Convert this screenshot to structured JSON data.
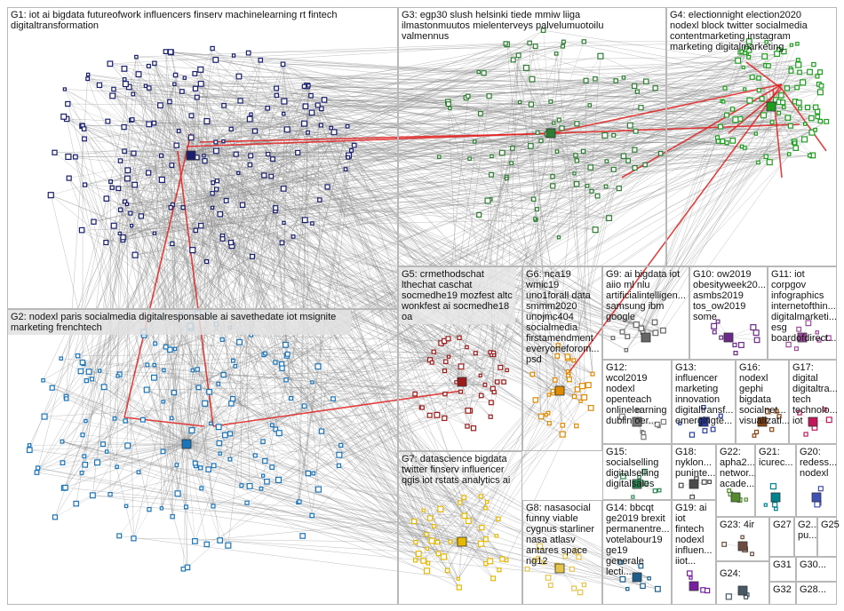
{
  "groups": [
    {
      "id": "G1",
      "text": "G1: iot ai bigdata futureofwork influencers finserv machinelearning rt fintech\ndigitaltransformation",
      "color": "#1a1f6e"
    },
    {
      "id": "G2",
      "text": "G2: nodexl paris socialmedia digitalresponsable ai savethedate iot msignite\nmarketing frenchtech",
      "color": "#1b75bb"
    },
    {
      "id": "G3",
      "text": "G3: egp30 slush helsinki tiede mmiw liiga\nilmastonmuutos mielenterveys palvelumuotoilu\nvalmennus",
      "color": "#2e7d32"
    },
    {
      "id": "G4",
      "text": "G4: electionnight election2020\nnodexl block twitter socialmedia\ncontentmarketing instagram\nmarketing digitalmarketing",
      "color": "#1e9e1e"
    },
    {
      "id": "G5",
      "text": "G5: crmethodschat\nlthechat caschat\nsocmedhe19 mozfest altc\nwonkfest ai socmedhe18\noa",
      "color": "#9e1b1b"
    },
    {
      "id": "G6",
      "text": "G6: nca19\nwmic19\nuno1forall data\nsmmm2020\nunojmc404\nsocialmedia\nfirstamendment\neveryoneforom...\npsd",
      "color": "#e08a00"
    },
    {
      "id": "G7",
      "text": "G7: datascience bigdata\ntwitter finserv influencer\nqgis iot rstats analytics ai",
      "color": "#e6b800"
    },
    {
      "id": "G8",
      "text": "G8: nasasocial\nfunny viable\ncygnus starliner\nnasa atlasv\nantares space\nng12",
      "color": "#e6c44a"
    },
    {
      "id": "G9",
      "text": "G9: ai bigdata iot\naiio ml nlu\nartificialintelligen...\nsamsung ibm\ngoogle",
      "color": "#666666"
    },
    {
      "id": "G10",
      "text": "G10: ow2019\nobesityweek20...\nasmbs2019\ntos_ow2019\nsome",
      "color": "#6b2a8a"
    },
    {
      "id": "G11",
      "text": "G11: iot\ncorpgov\ninfographics\ninternetofthin...\ndigitalmarketi...\nesg\nboardofdirect...",
      "color": "#a04da0"
    },
    {
      "id": "G12",
      "text": "G12:\nwcol2019\nnodexl\nopenteach\nonlinelearning\ndublin oer...",
      "color": "#7a7a7a"
    },
    {
      "id": "G13",
      "text": "G13:\ninfluencer\nmarketing\ninnovation\ndigitaltransf...\nemergingte...",
      "color": "#2c3e9e"
    },
    {
      "id": "G14",
      "text": "G14: bbcqt\nge2019 brexit\npermanentre...\nvotelabour19\nge19\ngenerale lecti...",
      "color": "#1b5e8a"
    },
    {
      "id": "G15",
      "text": "G15:\nsocialselling\ndigitalselling\ndigitalsales",
      "color": "#2e8b57"
    },
    {
      "id": "G16",
      "text": "G16:\nnodexl\ngephi\nbigdata\nsocialnet...\nvisualizati...",
      "color": "#8b4513"
    },
    {
      "id": "G17",
      "text": "G17:\ndigital\ndigitaltra...\ntech\ntechnolo...\niot",
      "color": "#c2185b"
    },
    {
      "id": "G18",
      "text": "G18:\nnyklon...\npuninte...",
      "color": "#4a4a4a"
    },
    {
      "id": "G19",
      "text": "G19: ai\niot\nfintech\nnodexl\ninfluen...\niiot...",
      "color": "#7b1fa2"
    },
    {
      "id": "G20",
      "text": "G20:\nredess...\nnodexl",
      "color": "#3f51b5"
    },
    {
      "id": "G21",
      "text": "G21:\nicurec...",
      "color": "#00838f"
    },
    {
      "id": "G22",
      "text": "G22:\napha2...\nnetwor...\nacade...",
      "color": "#558b2f"
    },
    {
      "id": "G23",
      "text": "G23: 4ir",
      "color": "#6d4c41"
    },
    {
      "id": "G24",
      "text": "G24:",
      "color": "#455a64"
    },
    {
      "id": "G25",
      "text": "G25",
      "color": "#8d6e63"
    },
    {
      "id": "G26",
      "text": "G2...\npu...",
      "color": "#5d4037"
    },
    {
      "id": "G27",
      "text": "G27",
      "color": "#7986cb"
    },
    {
      "id": "G28",
      "text": "G28...",
      "color": "#ad1457"
    },
    {
      "id": "G30",
      "text": "G30...",
      "color": "#00695c"
    },
    {
      "id": "G31",
      "text": "G31",
      "color": "#283593"
    },
    {
      "id": "G32",
      "text": "G32",
      "color": "#c62828"
    }
  ]
}
